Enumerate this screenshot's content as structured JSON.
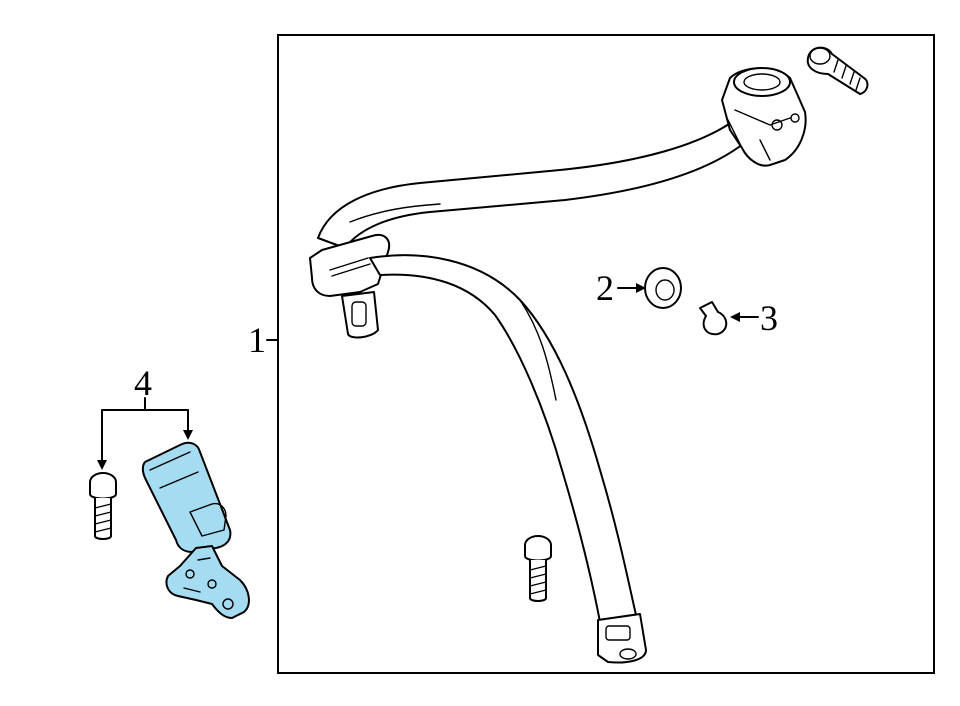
{
  "diagram": {
    "callouts": {
      "part_1": "1",
      "part_2": "2",
      "part_3": "3",
      "part_4": "4"
    },
    "colors": {
      "highlight": "#a6dcf2",
      "line": "#000000",
      "background": "#ffffff"
    }
  }
}
